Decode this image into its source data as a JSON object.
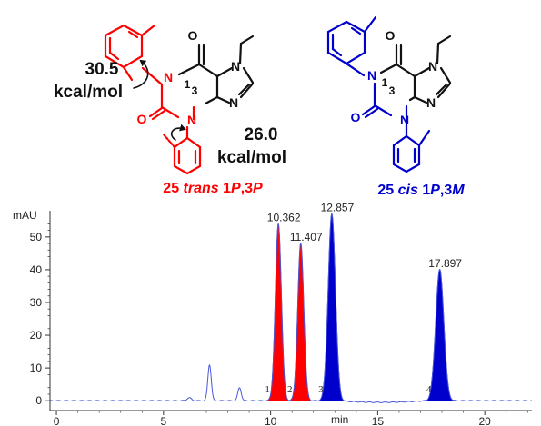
{
  "figure": {
    "trans_label": {
      "prefix": "25 ",
      "italic1": "trans",
      "mid": " 1",
      "italic2": "P",
      "suffix": ",3",
      "italic3": "P"
    },
    "cis_label": {
      "prefix": "25 ",
      "italic1": "cis",
      "mid": " 1",
      "italic2": "P",
      "suffix": ",3",
      "italic3": "M"
    },
    "barrier_1": {
      "value": "30.5",
      "unit": "kcal/mol"
    },
    "barrier_2": {
      "value": "26.0",
      "unit": "kcal/mol"
    },
    "atoms": {
      "nitrogen": "N",
      "oxygen": "O",
      "pos1": "1",
      "pos3": "3"
    },
    "colors": {
      "trans": "#ff0000",
      "cis": "#0000cc",
      "trace": "#4a56d8",
      "black": "#111111"
    }
  },
  "chart_data": {
    "type": "line",
    "title": "",
    "ylabel": "mAU",
    "xlabel": "min",
    "xlim": [
      -0.3,
      22.2
    ],
    "ylim": [
      -3,
      58
    ],
    "x_ticks": [
      0,
      5,
      10,
      15,
      20
    ],
    "y_ticks": [
      0,
      10,
      20,
      30,
      40,
      50
    ],
    "peaks": [
      {
        "id": "1",
        "rt": 10.362,
        "rt_label": "10.362",
        "height": 54,
        "width": 0.14,
        "color": "#ff0000"
      },
      {
        "id": "2",
        "rt": 11.407,
        "rt_label": "11.407",
        "height": 48,
        "width": 0.14,
        "color": "#ff0000"
      },
      {
        "id": "3",
        "rt": 12.857,
        "rt_label": "12.857",
        "height": 57,
        "width": 0.17,
        "color": "#0000cc"
      },
      {
        "id": "4",
        "rt": 17.897,
        "rt_label": "17.897",
        "height": 40,
        "width": 0.19,
        "color": "#0000cc"
      }
    ],
    "minor_peaks": [
      {
        "rt": 7.15,
        "height": 11,
        "width": 0.08
      },
      {
        "rt": 8.55,
        "height": 4,
        "width": 0.08
      },
      {
        "rt": 6.2,
        "height": 0.9,
        "width": 0.1
      }
    ]
  }
}
